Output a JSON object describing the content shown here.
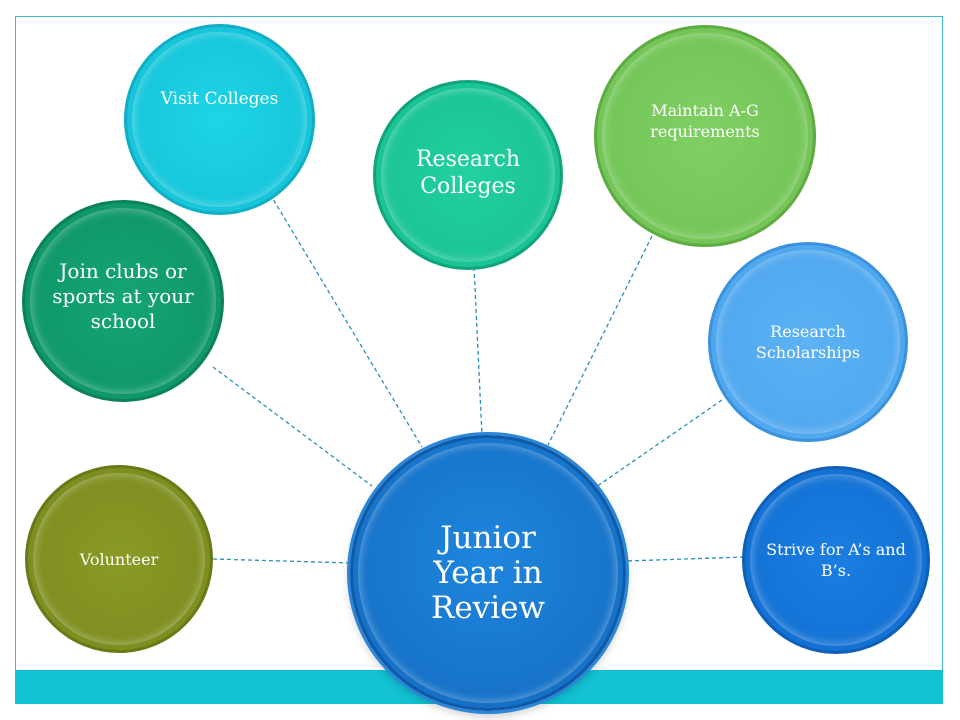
{
  "diagram": {
    "hub": {
      "label": "Junior Year in Review",
      "color": "#1672c8"
    },
    "nodes": [
      {
        "id": "visit",
        "label": "Visit Colleges",
        "color": "#16c4d9"
      },
      {
        "id": "research-colleges",
        "label": "Research Colleges",
        "color": "#19c292"
      },
      {
        "id": "ag",
        "label": "Maintain A-G requirements",
        "color": "#73c457"
      },
      {
        "id": "clubs",
        "label": "Join clubs or sports at your school",
        "color": "#0f9668"
      },
      {
        "id": "scholar",
        "label": "Research Scholarships",
        "color": "#4ea6ee"
      },
      {
        "id": "volunteer",
        "label": "Volunteer",
        "color": "#7d8c1f"
      },
      {
        "id": "strive",
        "label": "Strive for A’s and B’s.",
        "color": "#1370d3"
      }
    ],
    "frame_color": "#3bb9c9",
    "band_color": "#12c2d2"
  }
}
